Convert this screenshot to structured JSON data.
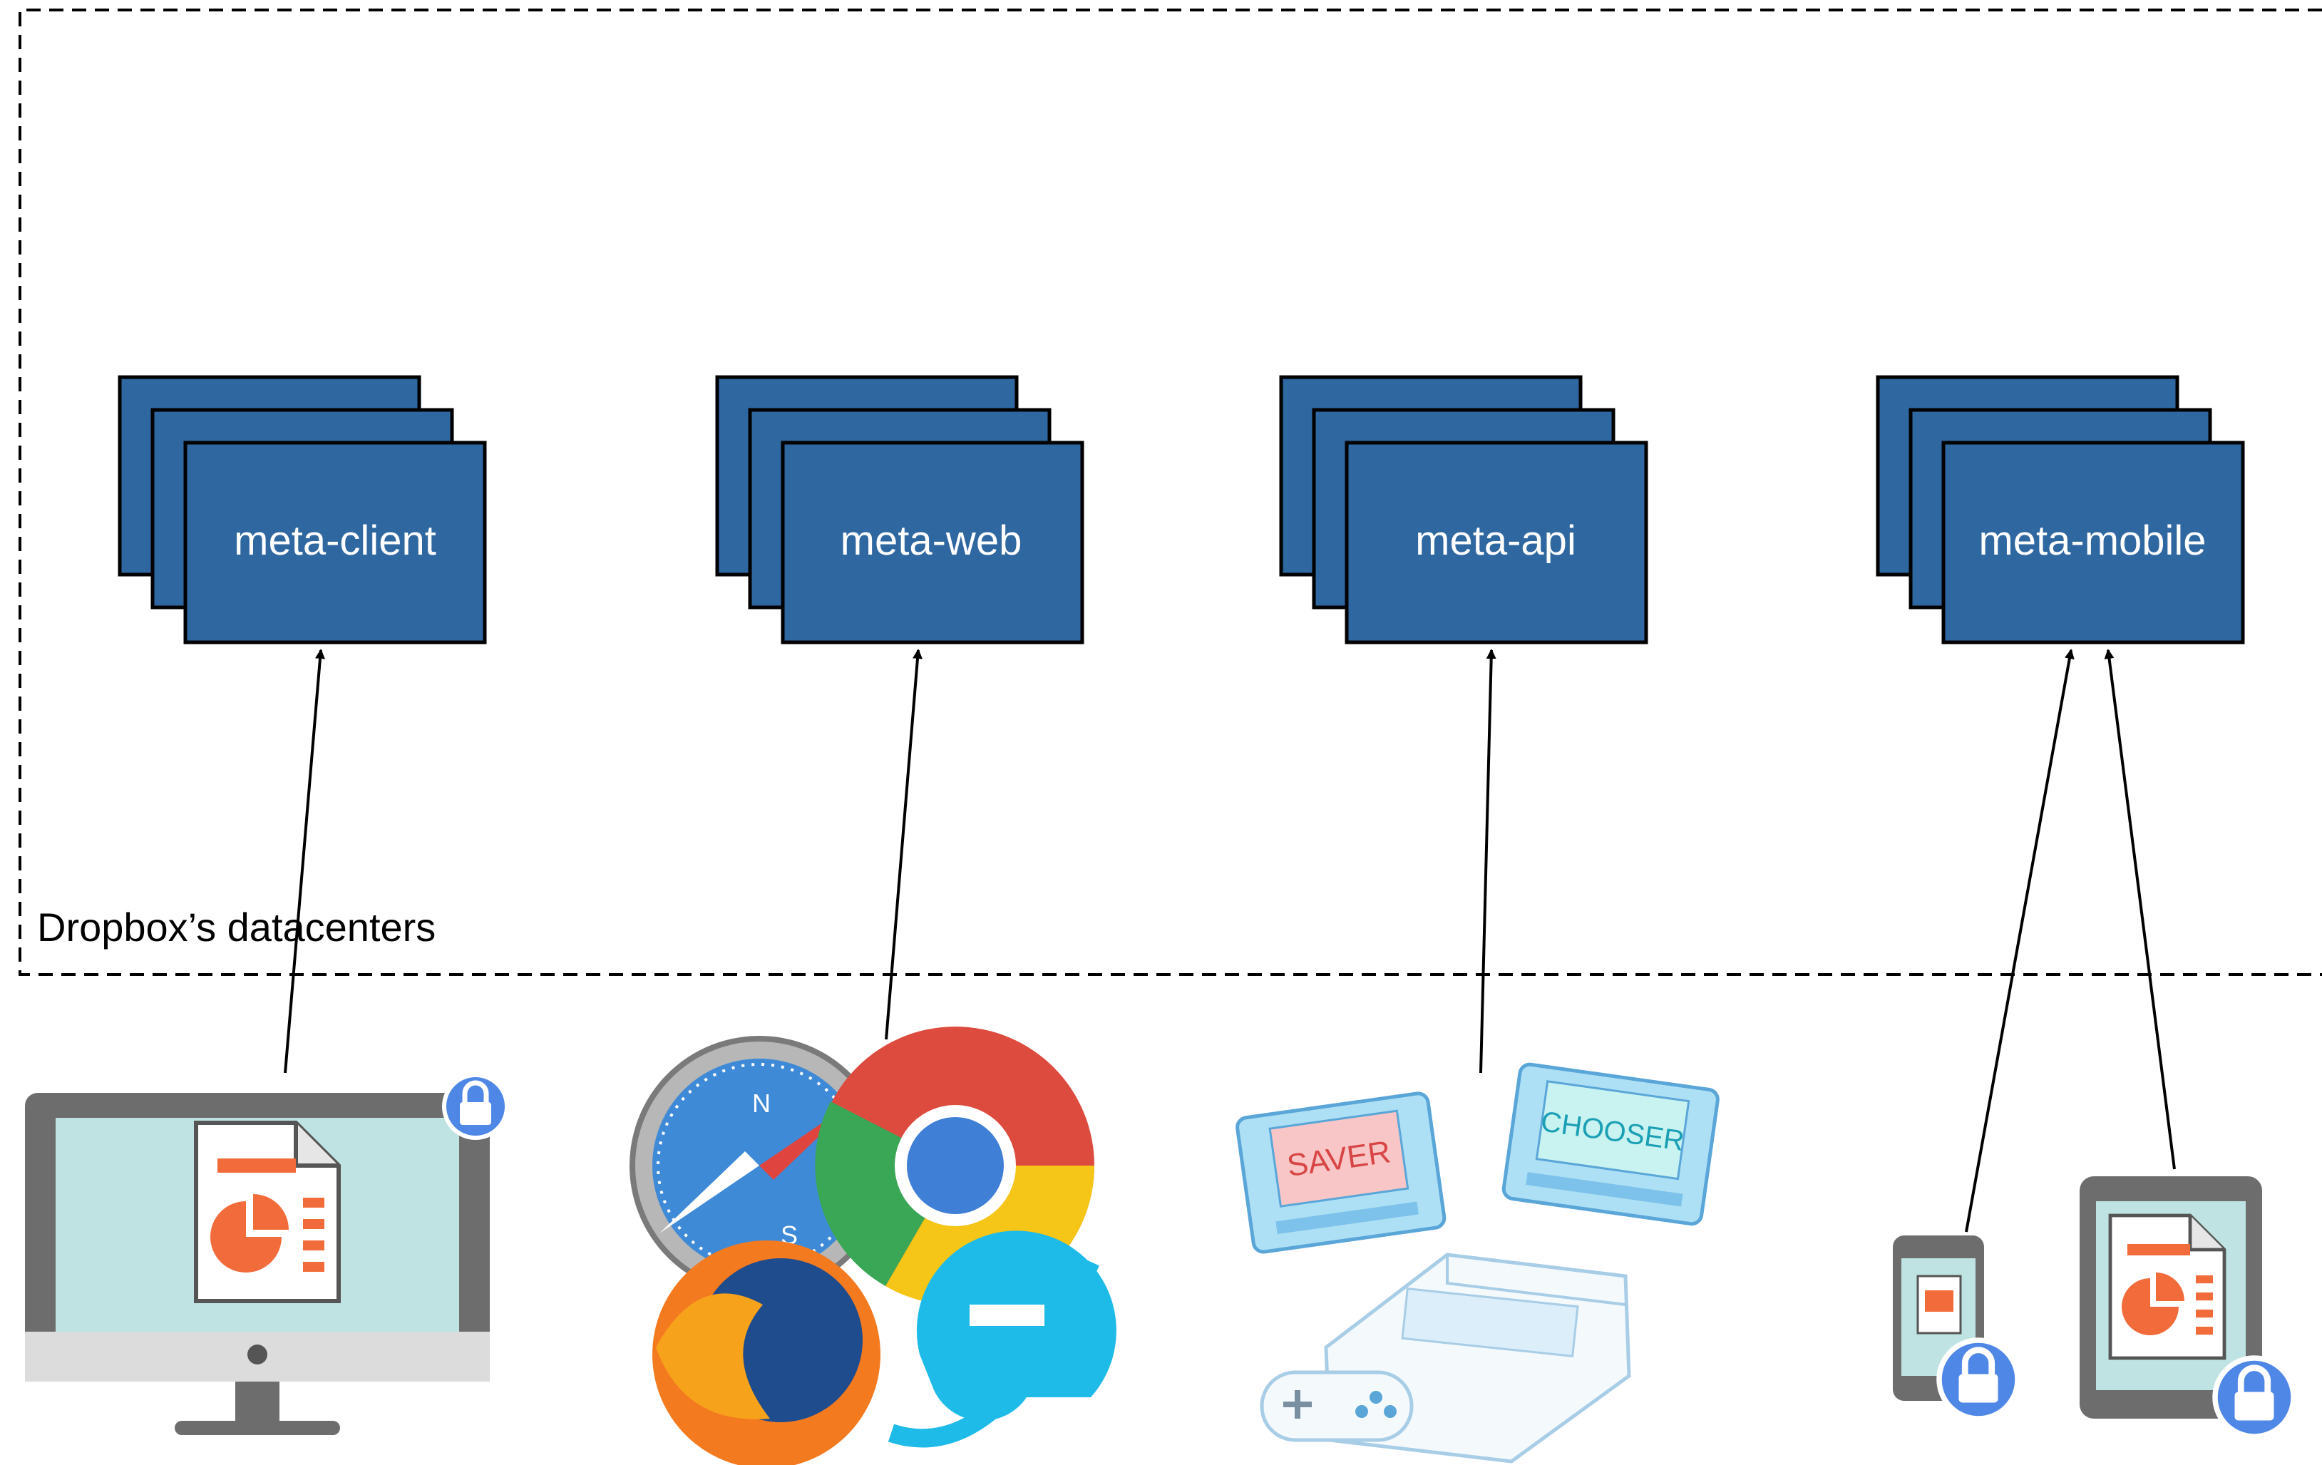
{
  "datacenter": {
    "label": "Dropbox’s datacenters"
  },
  "services": [
    {
      "label": "meta-client"
    },
    {
      "label": "meta-web"
    },
    {
      "label": "meta-api"
    },
    {
      "label": "meta-mobile"
    }
  ],
  "clients": {
    "desktop": {
      "icon": "desktop-monitor-icon"
    },
    "browsers": {
      "icons": [
        "safari-icon",
        "chrome-icon",
        "firefox-icon",
        "internet-explorer-icon"
      ]
    },
    "api_apps": {
      "cartridges": [
        "SAVER",
        "CHOOSER"
      ],
      "icon": "game-console-icon"
    },
    "mobile": {
      "icons": [
        "phone-icon",
        "tablet-icon"
      ]
    }
  },
  "colors": {
    "box_fill": "#2f67a0",
    "box_stroke": "#000000",
    "lock_badge": "#4f87e6",
    "document_orange": "#f26b3a"
  }
}
